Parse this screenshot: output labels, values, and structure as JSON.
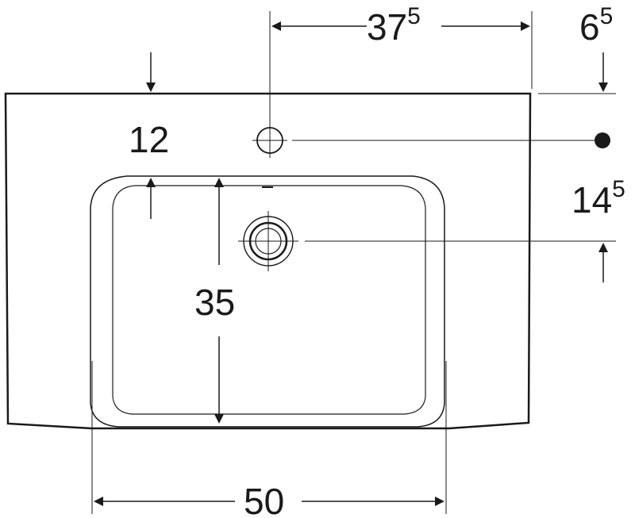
{
  "dimensions": {
    "tap_hole_offset": {
      "main": "37",
      "sup": "5"
    },
    "right_edge_offset": {
      "main": "6",
      "sup": "5"
    },
    "tap_hole_depth": {
      "main": "12"
    },
    "overflow_depth": {
      "main": "14",
      "sup": "5"
    },
    "bowl_depth": {
      "main": "35"
    },
    "bowl_width": {
      "main": "50"
    }
  },
  "colors": {
    "line": "#1a1a1a",
    "background": "#ffffff"
  }
}
